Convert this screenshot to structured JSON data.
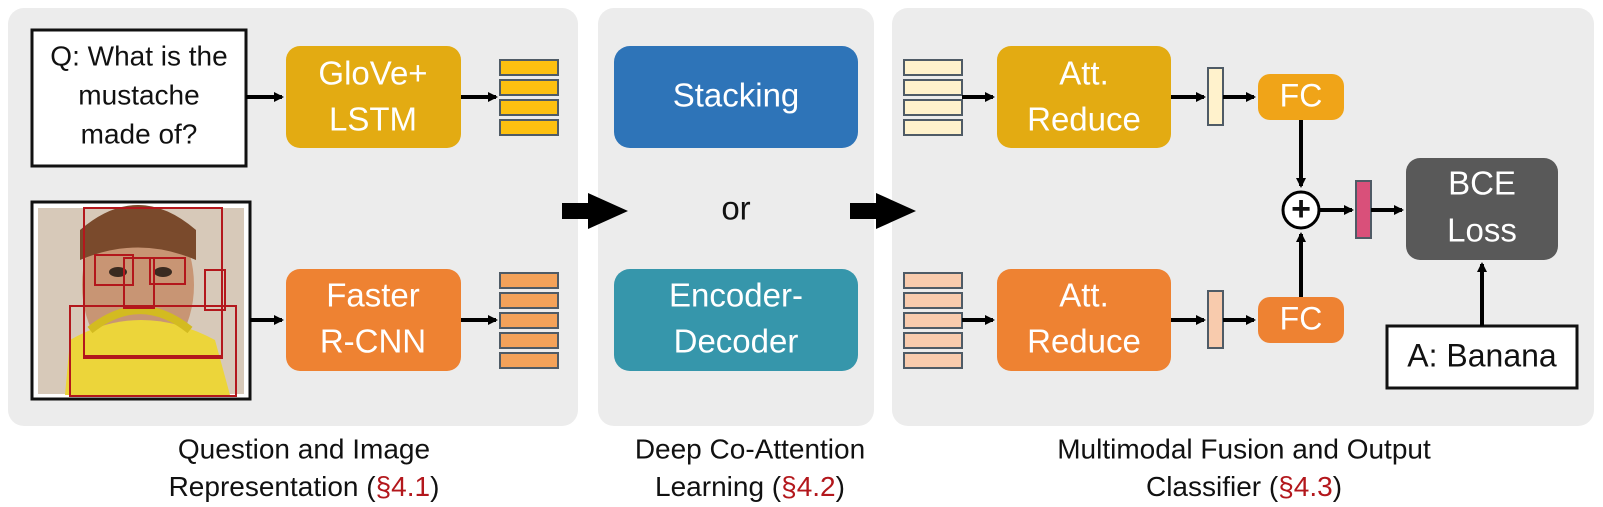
{
  "question": {
    "lines": [
      "Q: What is the",
      "mustache",
      "made of?"
    ]
  },
  "answer": {
    "label": "A: Banana"
  },
  "blocks": {
    "glove_lstm": {
      "lines": [
        "GloVe+",
        "LSTM"
      ]
    },
    "faster_rcnn": {
      "lines": [
        "Faster",
        "R-CNN"
      ]
    },
    "stacking": {
      "label": "Stacking"
    },
    "or": {
      "label": "or"
    },
    "encoder_decoder": {
      "lines": [
        "Encoder-",
        "Decoder"
      ]
    },
    "att_reduce_top": {
      "lines": [
        "Att.",
        "Reduce"
      ]
    },
    "att_reduce_bottom": {
      "lines": [
        "Att.",
        "Reduce"
      ]
    },
    "fc_top": {
      "label": "FC"
    },
    "fc_bottom": {
      "label": "FC"
    },
    "bce_loss": {
      "lines": [
        "BCE",
        "Loss"
      ]
    },
    "sum": {
      "symbol": "+"
    }
  },
  "captions": {
    "section1": {
      "line1": "Question and Image",
      "line2_pre": "Representation (",
      "ref": "§4.1",
      "line2_post": ")"
    },
    "section2": {
      "line1": "Deep Co-Attention",
      "line2_pre": "Learning (",
      "ref": "§4.2",
      "line2_post": ")"
    },
    "section3": {
      "line1": "Multimodal Fusion and Output",
      "line2_pre": "Classifier (",
      "ref": "§4.3",
      "line2_post": ")"
    }
  },
  "colors": {
    "panel": "#ececec",
    "glove": "#e3ab12",
    "faster": "#ee8232",
    "stacking": "#2e74b8",
    "encdec": "#3696ab",
    "att_reduce": "#e3ab12",
    "att_reduce_bottom": "#ee8232",
    "fc": "#f0a418",
    "fc_bottom": "#ee8232",
    "bce": "#595959",
    "q_features": "#fdc010",
    "v_features": "#f3a25a",
    "att_q_features": "#fff2cc",
    "att_v_features": "#f8cbad",
    "fused": "#d9507a",
    "ref_text": "#b3171c"
  }
}
